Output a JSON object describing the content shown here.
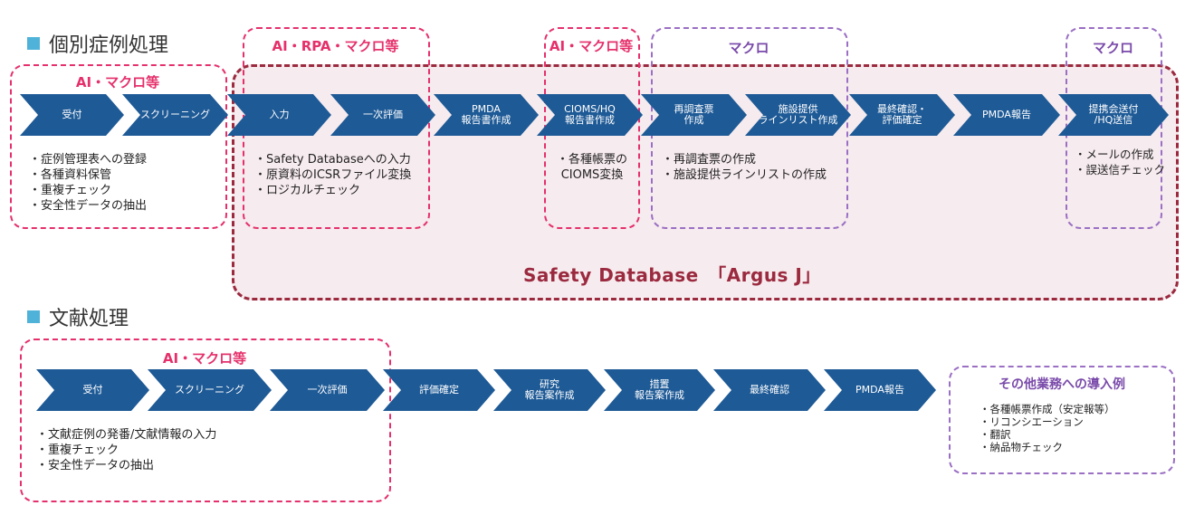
{
  "sections": {
    "case": "個別症例処理",
    "lit": "文献処理"
  },
  "database_label": "Safety Database　「Argus J」",
  "case_steps": [
    "受付",
    "スクリーニング",
    "入力",
    "一次評価",
    "PMDA\n報告書作成",
    "CIOMS/HQ\n報告書作成",
    "再調査票\n作成",
    "施設提供\nラインリスト作成",
    "最終確認・\n評価確定",
    "PMDA報告",
    "提携会送付\n/HQ送信"
  ],
  "case_groups": [
    {
      "label": "AI・マクロ等",
      "bullets": [
        "・症例管理表への登録",
        "・各種資料保管",
        "・重複チェック",
        "・安全性データの抽出"
      ]
    },
    {
      "label": "AI・RPA・マクロ等",
      "bullets": [
        "・Safety Databaseへの入力",
        "・原資料のICSRファイル変換",
        "・ロジカルチェック"
      ]
    },
    {
      "label": "AI・マクロ等",
      "bullets": [
        "・各種帳票の",
        "CIOMS変換"
      ]
    },
    {
      "label": "マクロ",
      "bullets": [
        "・再調査票の作成",
        "・施設提供ラインリストの作成"
      ]
    },
    {
      "label": "マクロ",
      "bullets": [
        "・メールの作成",
        "・誤送信チェック"
      ]
    }
  ],
  "lit_steps": [
    "受付",
    "スクリーニング",
    "一次評価",
    "評価確定",
    "研究\n報告案作成",
    "措置\n報告案作成",
    "最終確認",
    "PMDA報告"
  ],
  "lit_group": {
    "label": "AI・マクロ等",
    "bullets": [
      "・文献症例の発番/文献情報の入力",
      "・重複チェック",
      "・安全性データの抽出"
    ]
  },
  "other": {
    "title": "その他業務への導入例",
    "bullets": [
      "・各種帳票作成（安定報等）",
      "・リコンシエーション",
      "・翻訳",
      "・納品物チェック"
    ]
  }
}
